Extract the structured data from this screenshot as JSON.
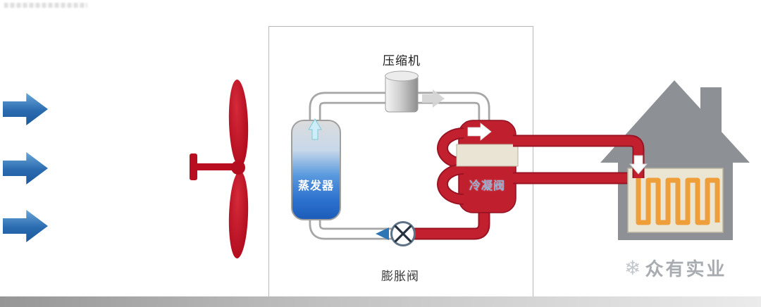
{
  "diagram": {
    "labels": {
      "compressor": "压缩机",
      "evaporator": "蒸发器",
      "condenser": "冷凝阀",
      "expansion_valve": "膨胀阀"
    },
    "intake_arrow_count": 3
  },
  "watermark": {
    "icon_glyph": "❄",
    "brand": "众有实业"
  },
  "colors": {
    "refrigerant_hot_red": "#c2202e",
    "refrigerant_cold_blue": "#2d72cf",
    "pipe_outline_gray": "#a6a6a6",
    "house_gray": "#8d9196",
    "floor_coil_orange": "#ef9f39",
    "intake_arrow_blue": "#2a6bb0",
    "fan_red": "#b80e20"
  }
}
